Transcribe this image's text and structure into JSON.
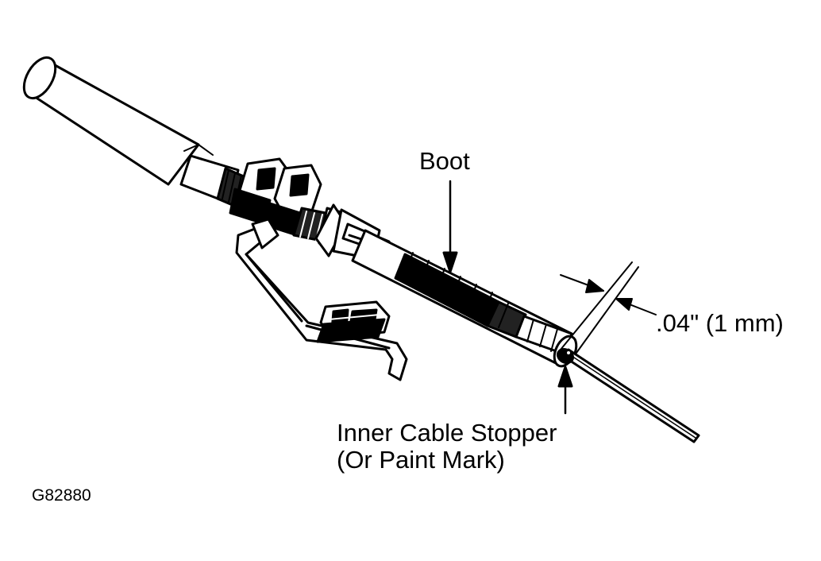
{
  "labels": {
    "boot": "Boot",
    "gap": ".04\" (1 mm)",
    "stopper_line1": "Inner Cable Stopper",
    "stopper_line2": "(Or Paint Mark)",
    "figure_id": "G82880"
  }
}
